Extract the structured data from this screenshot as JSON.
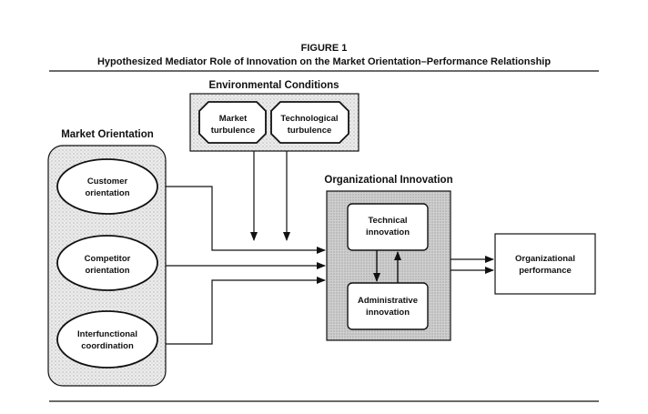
{
  "figure": {
    "label": "FIGURE 1",
    "title": "Hypothesized Mediator Role of Innovation on the Market Orientation–Performance Relationship"
  },
  "environment": {
    "heading": "Environmental Conditions",
    "market_turbulence": [
      "Market",
      "turbulence"
    ],
    "technological_turbulence": [
      "Technological",
      "turbulence"
    ]
  },
  "market_orientation": {
    "heading": "Market Orientation",
    "customer": [
      "Customer",
      "orientation"
    ],
    "competitor": [
      "Competitor",
      "orientation"
    ],
    "interfunctional": [
      "Interfunctional",
      "coordination"
    ]
  },
  "innovation": {
    "heading": "Organizational Innovation",
    "technical": [
      "Technical",
      "innovation"
    ],
    "administrative": [
      "Administrative",
      "innovation"
    ]
  },
  "performance": {
    "label": [
      "Organizational",
      "performance"
    ]
  },
  "colors": {
    "ink": "#111111",
    "panel_fill": "#e6e6e6",
    "innovation_fill": "#c9c9c9",
    "box_fill": "#ffffff"
  }
}
